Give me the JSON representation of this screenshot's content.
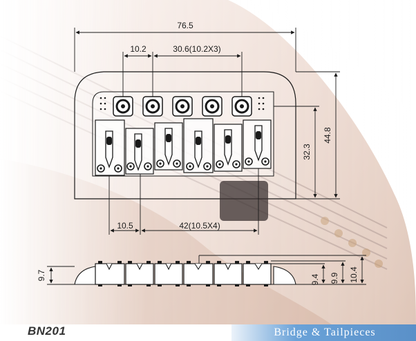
{
  "drawing": {
    "dimensions": {
      "overall_width": "76.5",
      "first_string_offset": "10.2",
      "string_spacing": "30.6(10.2X3)",
      "overall_depth": "44.8",
      "inner_depth": "32.3",
      "saddle_offset": "10.5",
      "saddle_travel": "42(10.5X4)",
      "side_height_left": "9.7",
      "side_height_a": "9.4",
      "side_height_b": "9.9",
      "side_height_c": "10.4"
    }
  },
  "footer": {
    "model": "BN201",
    "section_title": "Bridge & Tailpieces"
  },
  "colors": {
    "background_wood": "#d9b8a8",
    "line": "#1a1a1a",
    "banner": "#6aa2d8"
  }
}
